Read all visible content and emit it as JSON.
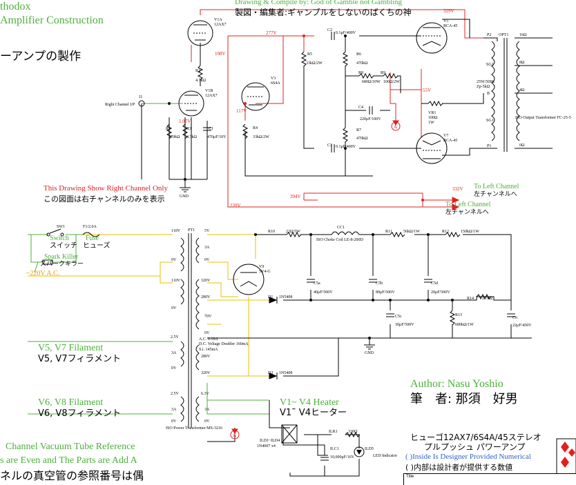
{
  "header": {
    "brand_top": "thodox",
    "brand_sub": "Amplifier Construction",
    "credit_en": "Drawing & Compile by: God of Gamble not Gambling",
    "credit_jp": "製図・編集者:ギャンブルをしないのばくちの神",
    "page_title_jp": "ーアンプの製作"
  },
  "notes": {
    "right_only_en": "This Drawing Show Right Channel Only",
    "right_only_jp": "この図面は右チャンネルのみを表示",
    "to_left_1_en": "To Left Channel",
    "to_left_1_jp": "左チャンネルへ",
    "to_left_2_en": "To Left Channel",
    "to_left_2_jp": "左チャンネルへ",
    "spark_en": "Spark Killer",
    "spark_jp": "スパークキラー",
    "switch_en": "Switch",
    "switch_jp": "スイッチ",
    "fuse_en": "Fuse",
    "fuse_jp": "ヒューズ",
    "mains": "~220V A.C.",
    "fil57_en": "V5, V7 Filament",
    "fil57_jp": "V5, V7フィラメント",
    "fil68_en": "V6, V8 Filament",
    "fil68_jp": "V6, V8フィラメント",
    "heater_en": "V1~ V4 Heater",
    "heater_jp": "V1˜ V4ヒーター",
    "ref1_en": "Channel Vacuum Tube Reference",
    "ref2_en": "s are Even and The Parts are Add A",
    "ref_jp": "ネルの真空管の参照番号は偶"
  },
  "author": {
    "en": "Author: Nasu Yoshio",
    "jp": "筆　者: 那須　好男"
  },
  "title_block": {
    "line1": "ヒューゴ12AX7/6S4A/45ステレオ",
    "line2": "プルプッシュ パワーアンプ",
    "note_en": "( )Inside Is Designer Provided Numerical",
    "note_jp": "( )内部は設計者が提供する数値",
    "box_label": "Title"
  },
  "voltages": {
    "v329": "329V",
    "v277": "277V",
    "v108": "108V",
    "v117": "117V",
    "v107": "1.07V",
    "v55": "55V",
    "v332": "332V",
    "v394": "394V",
    "v220": "220V"
  },
  "tubes": {
    "v1a": "V1A",
    "v1a_t": "12AX7",
    "v1b": "V1B",
    "v1b_t": "12AX7",
    "v3": "V3",
    "v3_t": "6S4A",
    "v5": "V5",
    "v5_t": "RCA-45",
    "v7": "V7",
    "v7_t": "RCA-45",
    "v9": "V9",
    "v9_t": "5V4-G"
  },
  "parts": {
    "r1": "R1",
    "r1v": "270kΩ",
    "r2": "R2",
    "r2v": "4.7kΩ",
    "r3": "R3",
    "r3v": "4.7kΩ",
    "r4": "R4",
    "r4v": "33kΩ/2W",
    "r5": "R5",
    "r5v": "33kΩ/2W",
    "r6": "R6",
    "r6v": "470kΩ",
    "r7": "R7",
    "r7v": "470kΩ",
    "r8": "R8",
    "r8v": "680Ω/10W",
    "r9": "R9",
    "r9v": "100Ω/2W",
    "r10": "R10",
    "r10v": "22Ω/5W",
    "r11": "R11",
    "r11v": "56kΩ/1W",
    "r12": "R12",
    "r12v": "150kΩ/1W",
    "r13": "R13",
    "r13v": "680kΩ/1W",
    "r14": "R14",
    "r14v": "2.7kΩ",
    "c1": "C1",
    "c1v": "470μF/10V",
    "c2": "C2",
    "c2v": "0.1μF/400V",
    "c3": "C3",
    "c3v": "0.1μF/400V",
    "c4": "C4",
    "c4v": "220μF/100V",
    "c5a": "C5a",
    "c5av": "40μF/500V",
    "c5b": "C5b",
    "c5bv": "80μF/500V",
    "c5c": "C5c",
    "c5cv": "30μF/500V",
    "c5d": "C5d",
    "c5dv": "20μF/500V",
    "c6": "C6",
    "c6v": "22μF/450V",
    "vr1": "VR1",
    "vr1v": "100Ω",
    "vr1w": "1W",
    "cc1": "CC1",
    "cc1v": "ISO Choke Coil LE-8-200D",
    "d1": "D1",
    "d1v": "1N5408",
    "d2": "D2",
    "d2v": "1N5408",
    "sw1": "SW1",
    "f1": "F1/2.0A",
    "pt1": "PT1",
    "pt1v": "ISO Power Transformer MS-3216",
    "opt1": "OPT1",
    "opt1v": "ISO Output Transformer FC-25-5",
    "opt_imp": "25W/50Hz",
    "opt_zp": "Zp-5kΩ",
    "j1": "J1",
    "input": "Right Channel I/P",
    "gnd": "GND",
    "ild": "ILD1~ILD4",
    "ildv": "1N4007 x4",
    "ilc1": "ILC1",
    "ilc1v": "10,000μF/16V",
    "ilr1": "ILR1",
    "ilr1v": "330Ω",
    "ild5": "ILD5",
    "ild5v": "LED Indicator",
    "ac_spec1": "A.C. 0.16A",
    "ac_spec2": "D.C. Voltage Doubler 160mA",
    "ac_spec3": "S.i. 145mA",
    "p2": "P2",
    "sg2": "SG2",
    "b": "B",
    "sg1": "SG1",
    "p1": "P1",
    "o16": "16Ω",
    "o8": "8Ω",
    "o4": "4Ω",
    "o0": "0Ω",
    "t110a": "110V",
    "t0a": "0V",
    "t110b": "110V",
    "t0b": "0V",
    "t5v": "5V",
    "t3a": "3A",
    "t0c": "0V",
    "t320a": "320V",
    "t280a": "280V",
    "t70": "70V",
    "t0d": "0V",
    "t25a": "2.5V",
    "t3a2": "3A",
    "t0e": "0V",
    "t280b": "280V",
    "t320b": "320V",
    "t25b": "2.5V",
    "t3a3": "3A",
    "t0f": "0V",
    "t63": "6.3V",
    "t3a4": "3A",
    "t0g": "0V",
    "markerA": "A"
  }
}
